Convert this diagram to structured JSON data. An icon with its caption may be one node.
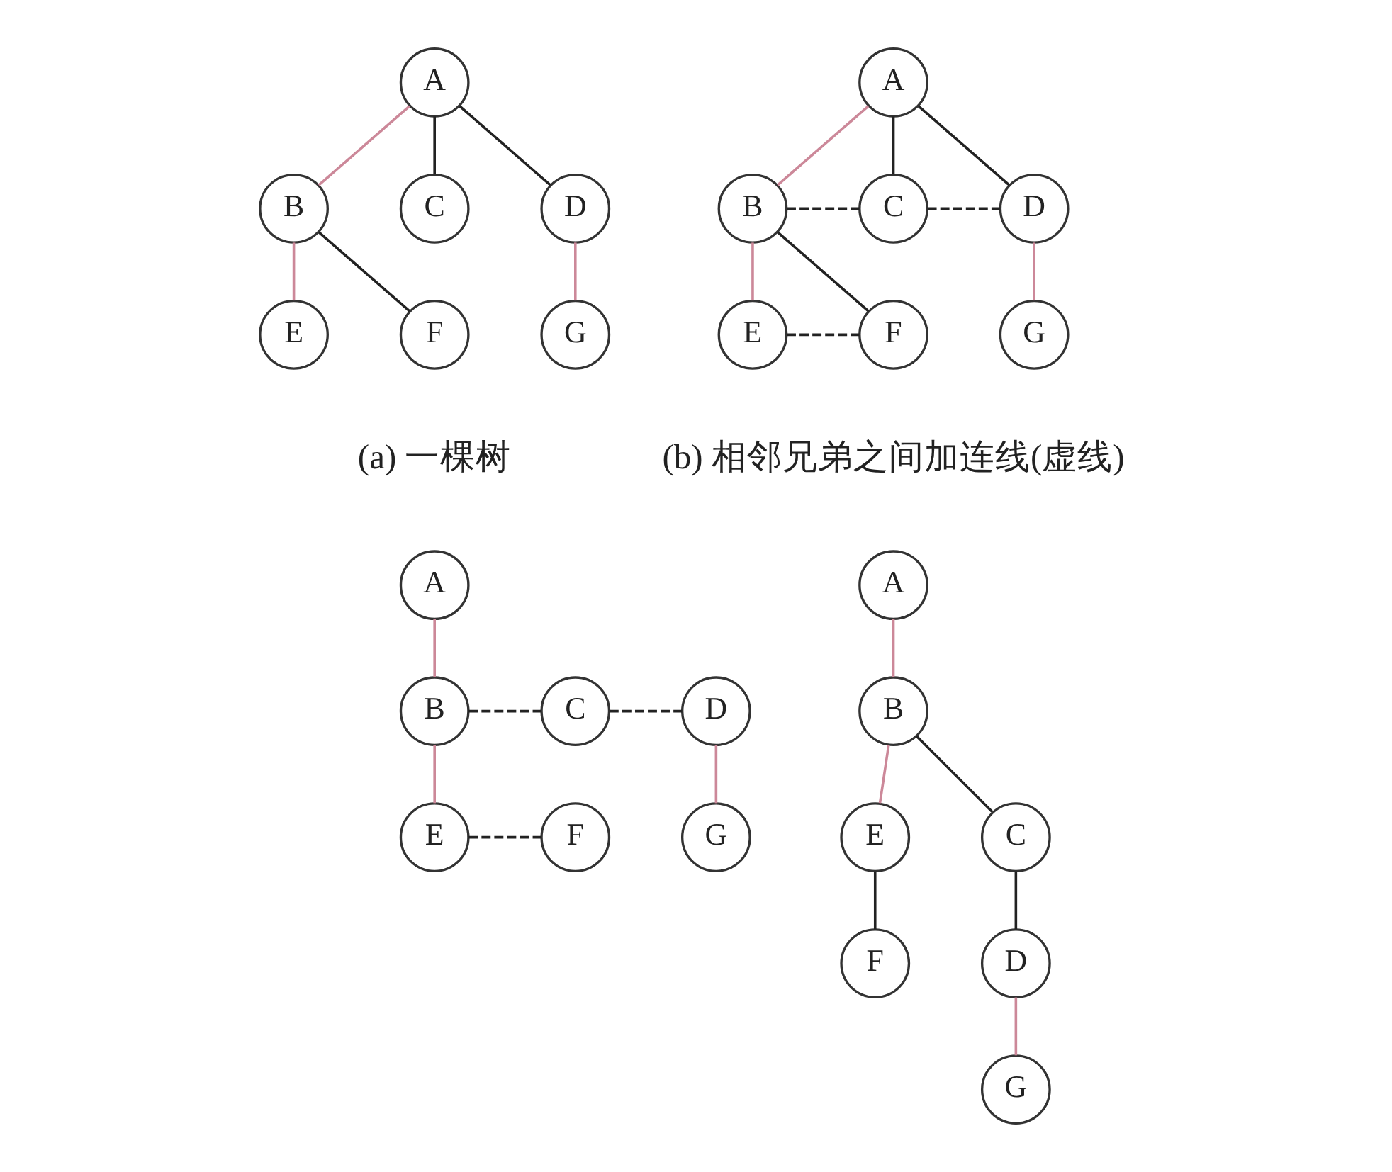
{
  "diagram": {
    "nodes": [
      {
        "text": [
          "A"
        ]
      },
      {
        "text": [
          "B"
        ]
      },
      {
        "text": [
          "C"
        ]
      },
      {
        "text": [
          "D"
        ]
      },
      {
        "text": [
          "E"
        ]
      },
      {
        "text": [
          "F"
        ]
      },
      {
        "text": [
          "G"
        ]
      },
      {
        "text": [
          "A"
        ]
      },
      {
        "text": [
          "B"
        ]
      },
      {
        "text": [
          "C"
        ]
      },
      {
        "text": [
          "D"
        ]
      },
      {
        "text": [
          "E"
        ]
      },
      {
        "text": [
          "F"
        ]
      },
      {
        "text": [
          "G"
        ]
      },
      {
        "text": [
          "A"
        ]
      },
      {
        "text": [
          "B"
        ]
      },
      {
        "text": [
          "C"
        ]
      },
      {
        "text": [
          "D"
        ]
      },
      {
        "text": [
          "E"
        ]
      },
      {
        "text": [
          "F"
        ]
      },
      {
        "text": [
          "G"
        ]
      },
      {
        "text": [
          "A"
        ]
      },
      {
        "text": [
          "B"
        ]
      },
      {
        "text": [
          "E"
        ]
      },
      {
        "text": [
          "C"
        ]
      },
      {
        "text": [
          "F"
        ]
      },
      {
        "text": [
          "D"
        ]
      },
      {
        "text": [
          "G"
        ]
      }
    ],
    "edges": [
      {
        "from": 0,
        "to": 1,
        "arrow": "none",
        "color": "#cc8899"
      },
      {
        "from": 0,
        "to": 2,
        "arrow": "none"
      },
      {
        "from": 0,
        "to": 3,
        "arrow": "none"
      },
      {
        "from": 1,
        "to": 4,
        "arrow": "none",
        "color": "#cc8899"
      },
      {
        "from": 1,
        "to": 5,
        "arrow": "none"
      },
      {
        "from": 3,
        "to": 6,
        "arrow": "none",
        "color": "#cc8899"
      },
      {
        "from": 7,
        "to": 8,
        "arrow": "none",
        "color": "#cc8899"
      },
      {
        "from": 7,
        "to": 9,
        "arrow": "none"
      },
      {
        "from": 7,
        "to": 10,
        "arrow": "none"
      },
      {
        "from": 8,
        "to": 9,
        "arrow": "none",
        "style": "dashed"
      },
      {
        "from": 9,
        "to": 10,
        "arrow": "none",
        "style": "dashed"
      },
      {
        "from": 8,
        "to": 11,
        "arrow": "none",
        "color": "#cc8899"
      },
      {
        "from": 8,
        "to": 12,
        "arrow": "none"
      },
      {
        "from": 11,
        "to": 12,
        "arrow": "none",
        "style": "dashed"
      },
      {
        "from": 10,
        "to": 13,
        "arrow": "none",
        "color": "#cc8899"
      },
      {
        "from": 14,
        "to": 15,
        "arrow": "none",
        "color": "#cc8899"
      },
      {
        "from": 15,
        "to": 16,
        "arrow": "none",
        "style": "dashed"
      },
      {
        "from": 16,
        "to": 17,
        "arrow": "none",
        "style": "dashed"
      },
      {
        "from": 15,
        "to": 18,
        "arrow": "none",
        "color": "#cc8899"
      },
      {
        "from": 18,
        "to": 19,
        "arrow": "none",
        "style": "dashed"
      },
      {
        "from": 17,
        "to": 20,
        "arrow": "none",
        "color": "#cc8899"
      },
      {
        "from": 21,
        "to": 22,
        "arrow": "none",
        "color": "#cc8899"
      },
      {
        "from": 22,
        "to": 23,
        "arrow": "none",
        "color": "#cc8899"
      },
      {
        "from": 22,
        "to": 24,
        "arrow": "none"
      },
      {
        "from": 23,
        "to": 25,
        "arrow": "none"
      },
      {
        "from": 24,
        "to": 26,
        "arrow": "none"
      },
      {
        "from": 26,
        "to": 27,
        "arrow": "none",
        "color": "#cc8899"
      }
    ],
    "labels": [
      "(a) 一棵树",
      "(b) 相邻兄弟之间加连线(虚线)"
    ]
  }
}
